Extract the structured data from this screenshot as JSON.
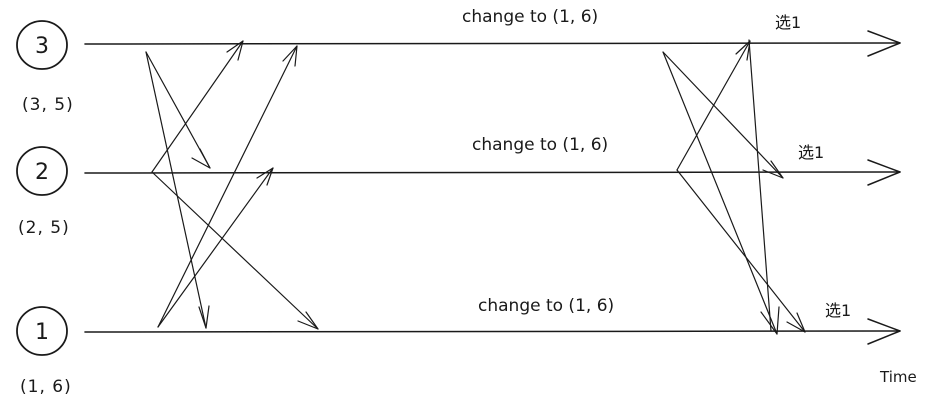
{
  "nodes": [
    {
      "id": "3",
      "label": "3",
      "state": "(3, 5)",
      "change_text": "change to (1, 6)",
      "pick_text": "选1"
    },
    {
      "id": "2",
      "label": "2",
      "state": "(2, 5)",
      "change_text": "change to (1, 6)",
      "pick_text": "选1"
    },
    {
      "id": "1",
      "label": "1",
      "state": "(1, 6)",
      "change_text": "change to (1, 6)",
      "pick_text": "选1"
    }
  ],
  "time_label": "Time",
  "colors": {
    "ink": "#1a1a1a",
    "background": "#ffffff"
  }
}
